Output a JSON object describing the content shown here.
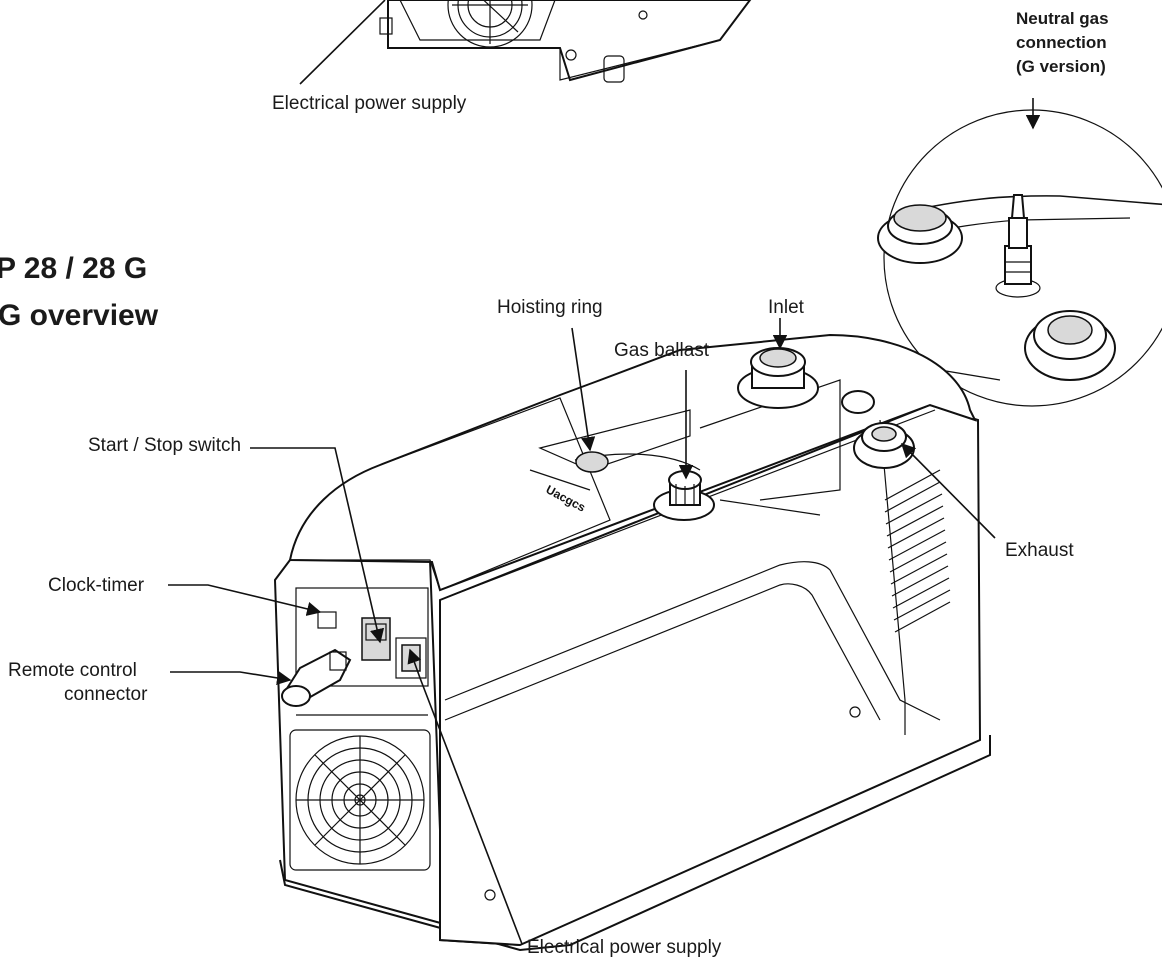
{
  "title": {
    "line1": "P 28 / 28 G",
    "line2": "G overview"
  },
  "labels": {
    "top_power": "Electrical power supply",
    "neutral_gas_l1": "Neutral gas",
    "neutral_gas_l2": "connection",
    "neutral_gas_l3": "(G version)",
    "hoisting_ring": "Hoisting ring",
    "inlet": "Inlet",
    "gas_ballast": "Gas ballast",
    "start_stop": "Start / Stop switch",
    "clock_timer": "Clock-timer",
    "remote_l1": "Remote control",
    "remote_l2": "connector",
    "exhaust": "Exhaust",
    "bottom_power": "Electrical power supply"
  },
  "colors": {
    "line": "#111111",
    "background": "#ffffff"
  }
}
